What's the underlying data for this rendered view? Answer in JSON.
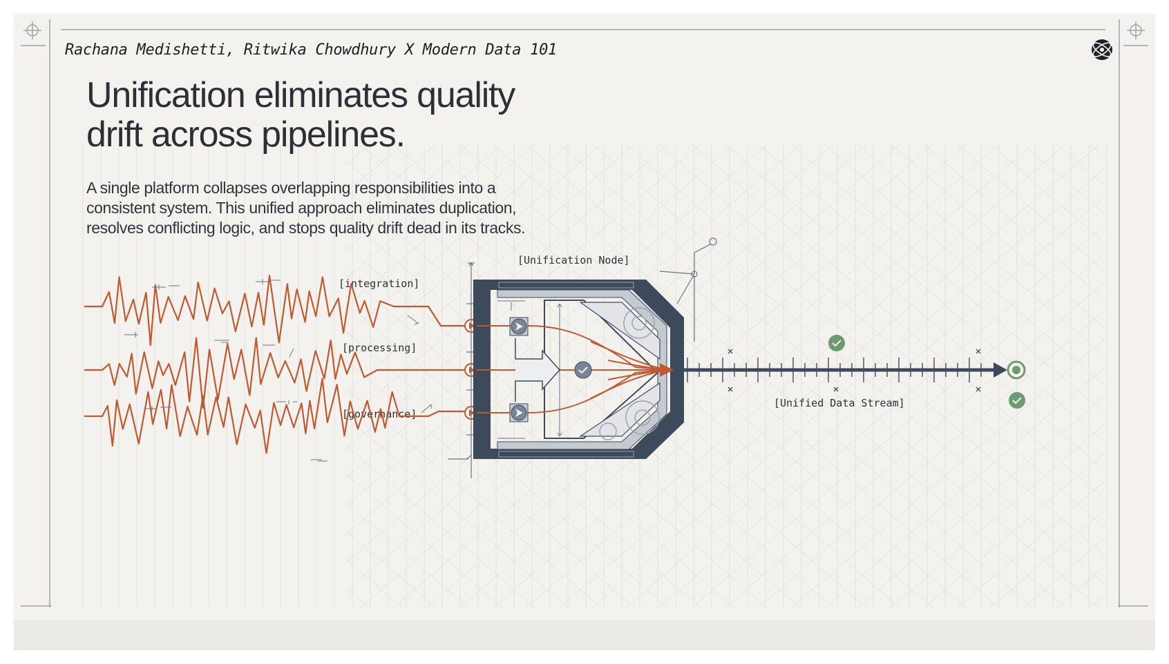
{
  "header": {
    "author": "Rachana Medishetti, Ritwika Chowdhury X Modern Data 101"
  },
  "slide": {
    "title": "Unification eliminates quality drift across pipelines.",
    "body": "A single platform collapses overlapping responsibilities into a consistent system. This unified approach eliminates duplication, resolves conflicting logic, and stops quality drift dead in its tracks."
  },
  "diagram": {
    "inputs": [
      {
        "label": "[integration]"
      },
      {
        "label": "[processing]"
      },
      {
        "label": "[governance]"
      }
    ],
    "node_label": "[Unification Node]",
    "output_label": "[Unified Data Stream]"
  },
  "colors": {
    "accent": "#c0592f",
    "node": "#3c4a5c",
    "check": "#6e9a72",
    "background": "#f3f2ee"
  },
  "icons": [
    "crosshair-icon",
    "globe-logo-icon",
    "check-icon",
    "arrow-right-icon",
    "target-icon",
    "gear-icon"
  ]
}
